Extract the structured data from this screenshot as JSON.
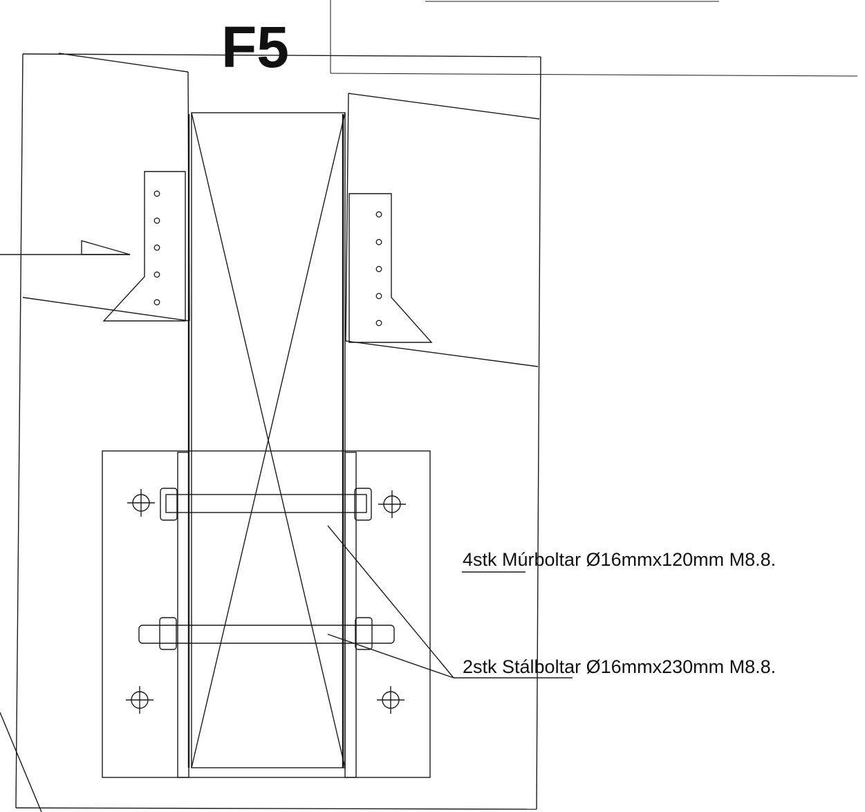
{
  "title": "F5",
  "annotations": {
    "wall_bolts": "4stk Múrboltar Ø16mmx120mm M8.8.",
    "steel_bolts": "2stk Stálboltar Ø16mmx230mm M8.8."
  }
}
